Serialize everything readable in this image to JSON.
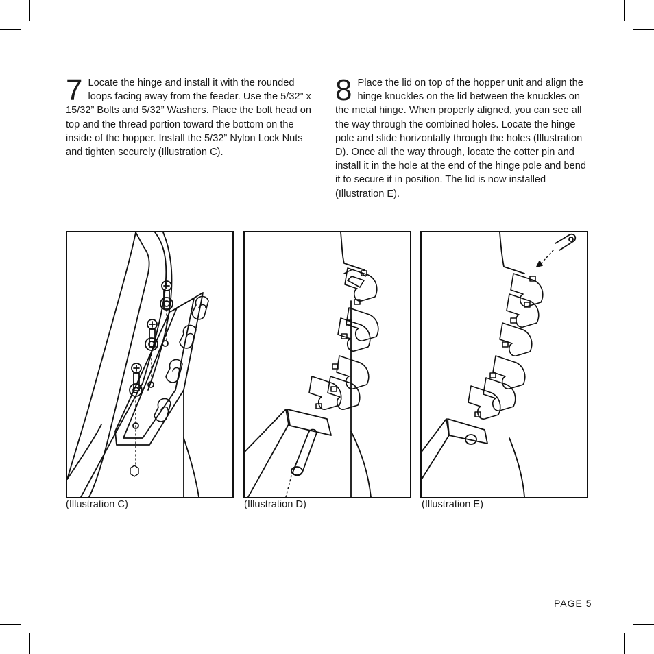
{
  "step7": {
    "number": "7",
    "text": "Locate the hinge and install it with the rounded loops facing away from the feeder. Use the 5/32” x 15/32” Bolts and 5/32” Washers. Place the bolt head on top and the thread portion toward the bottom on the inside of the hopper. Install the 5/32” Nylon Lock Nuts and tighten securely (Illustration C)."
  },
  "step8": {
    "number": "8",
    "text": "Place the lid on top of the hopper unit and align the hinge knuckles on the lid between the knuckles on the metal hinge. When properly aligned, you can see all the way through the combined holes. Locate the hinge pole and slide horizontally through the holes (Illustration D). Once all the way through, locate the cotter pin and install it in the hole at the end of the hinge pole and bend it to secure it in position. The lid is now installed (Illustration E)."
  },
  "captions": {
    "c": "(Illustration C)",
    "d": "(Illustration D)",
    "e": "(Illustration E)"
  },
  "page": "PAGE 5"
}
